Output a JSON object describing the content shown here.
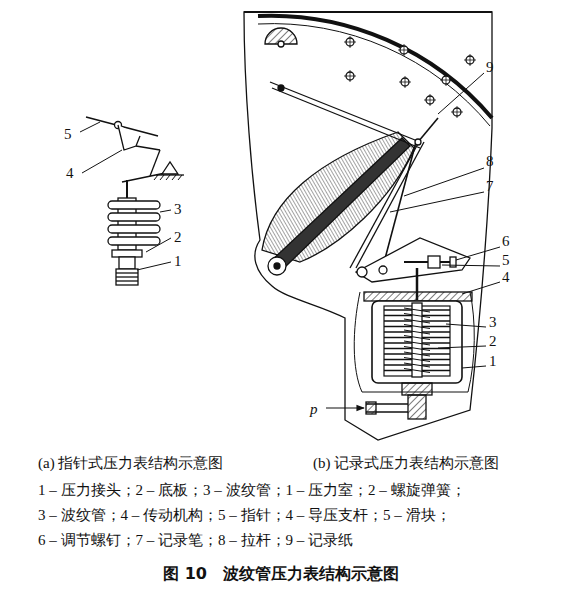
{
  "diagram": {
    "caption": "图 10　波纹管压力表结构示意图",
    "labels": [
      "5",
      "4",
      "3",
      "2",
      "1",
      "9",
      "8",
      "7",
      "6",
      "5",
      "4",
      "3",
      "2",
      "1",
      "p",
      "(a) 指针式压力表结构示意图",
      "(b) 记录式压力表结构示意图",
      "1 – 压力接头；2 – 底板；3 – 波纹管；1 – 压力室；2 – 螺旋弹簧；",
      "3 – 波纹管；4 – 传动机构；5 – 指针；4 – 导压支杆；5 – 滑块；",
      "6 – 调节螺钉；7 – 记录笔；8 – 拉杆；9 – 记录纸"
    ]
  }
}
